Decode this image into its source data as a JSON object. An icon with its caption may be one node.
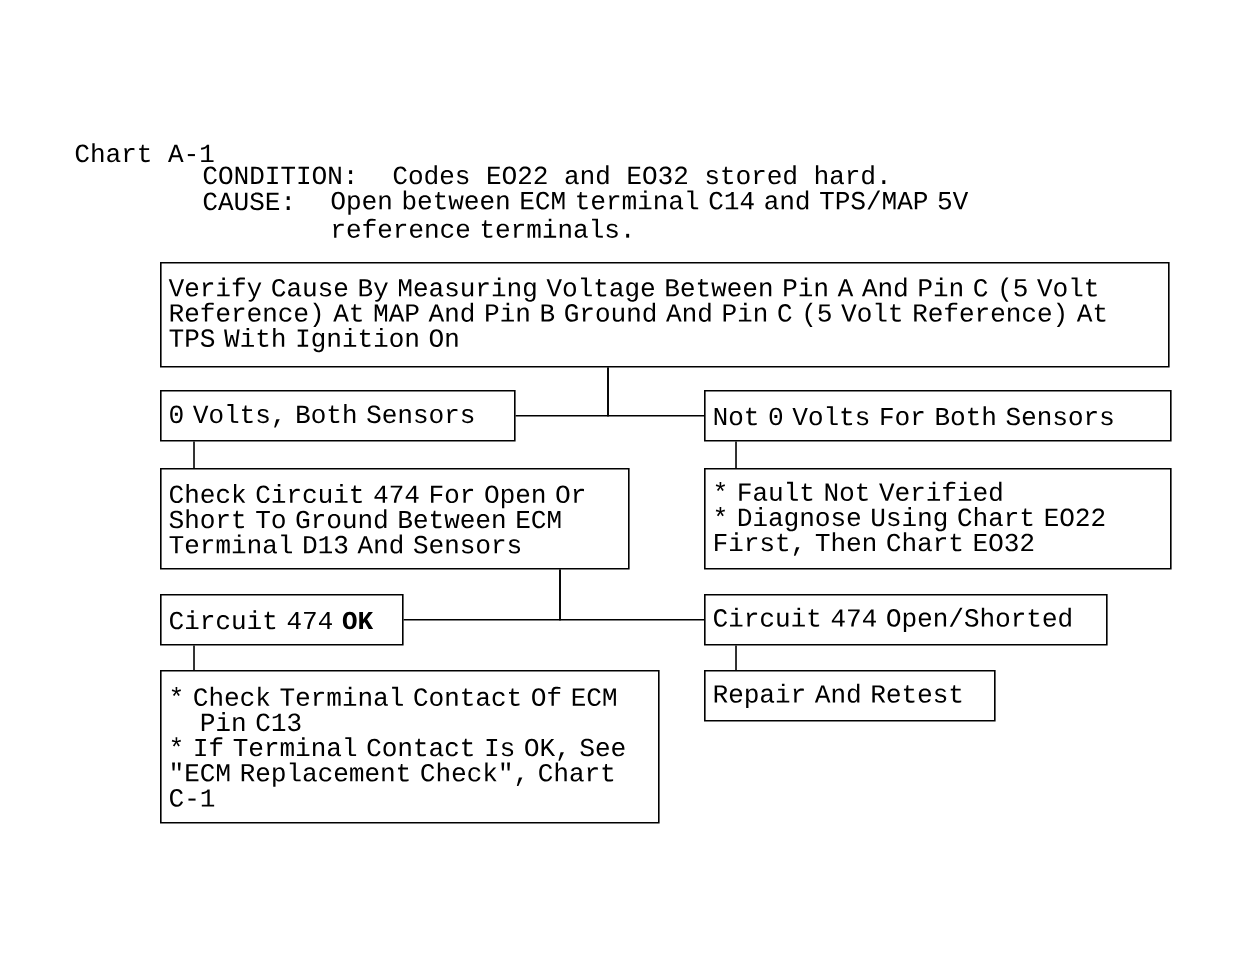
{
  "diagram": {
    "title": "Chart A-1",
    "nodes": [
      {
        "text": [
          "Verify Cause By Measuring Voltage Between Pin A And Pin C (5 Volt Reference) At MAP And Pin B Ground And Pin C (5 Volt Reference) At TPS With Ignition On"
        ]
      },
      {
        "text": [
          "0 Volts, Both Sensors"
        ]
      },
      {
        "text": [
          "Not 0 Volts For Both Sensors"
        ]
      },
      {
        "text": [
          "Check Circuit 474 For Open Or Short To Ground Between ECM Terminal D13 And Sensors"
        ]
      },
      {
        "text": [
          "* Fault Not Verified",
          "* Diagnose Using Chart EO22 First, Then Chart EO32"
        ]
      },
      {
        "text": [
          "Circuit 474 **OK**"
        ]
      },
      {
        "text": [
          "Circuit 474 Open/Shorted"
        ]
      },
      {
        "text": [
          "* Check Terminal Contact Of ECM Pin C13",
          "* If Terminal Contact Is OK, See \"ECM Replacement Check\", Chart C-1"
        ]
      },
      {
        "text": [
          "Repair And Retest"
        ]
      }
    ],
    "edges": [
      {
        "from": 0,
        "to": 1,
        "arrow": "none"
      },
      {
        "from": 0,
        "to": 2,
        "arrow": "none"
      },
      {
        "from": 1,
        "to": 3,
        "arrow": "none"
      },
      {
        "from": 2,
        "to": 4,
        "arrow": "none"
      },
      {
        "from": 3,
        "to": 5,
        "arrow": "none"
      },
      {
        "from": 3,
        "to": 6,
        "arrow": "none"
      },
      {
        "from": 5,
        "to": 7,
        "arrow": "none"
      },
      {
        "from": 6,
        "to": 8,
        "arrow": "none"
      }
    ],
    "labels": [
      "CONDITION:",
      "Codes EO22 and EO32 stored hard.",
      "CAUSE:",
      "Open between ECM terminal C14 and TPS/MAP 5V reference terminals."
    ]
  }
}
